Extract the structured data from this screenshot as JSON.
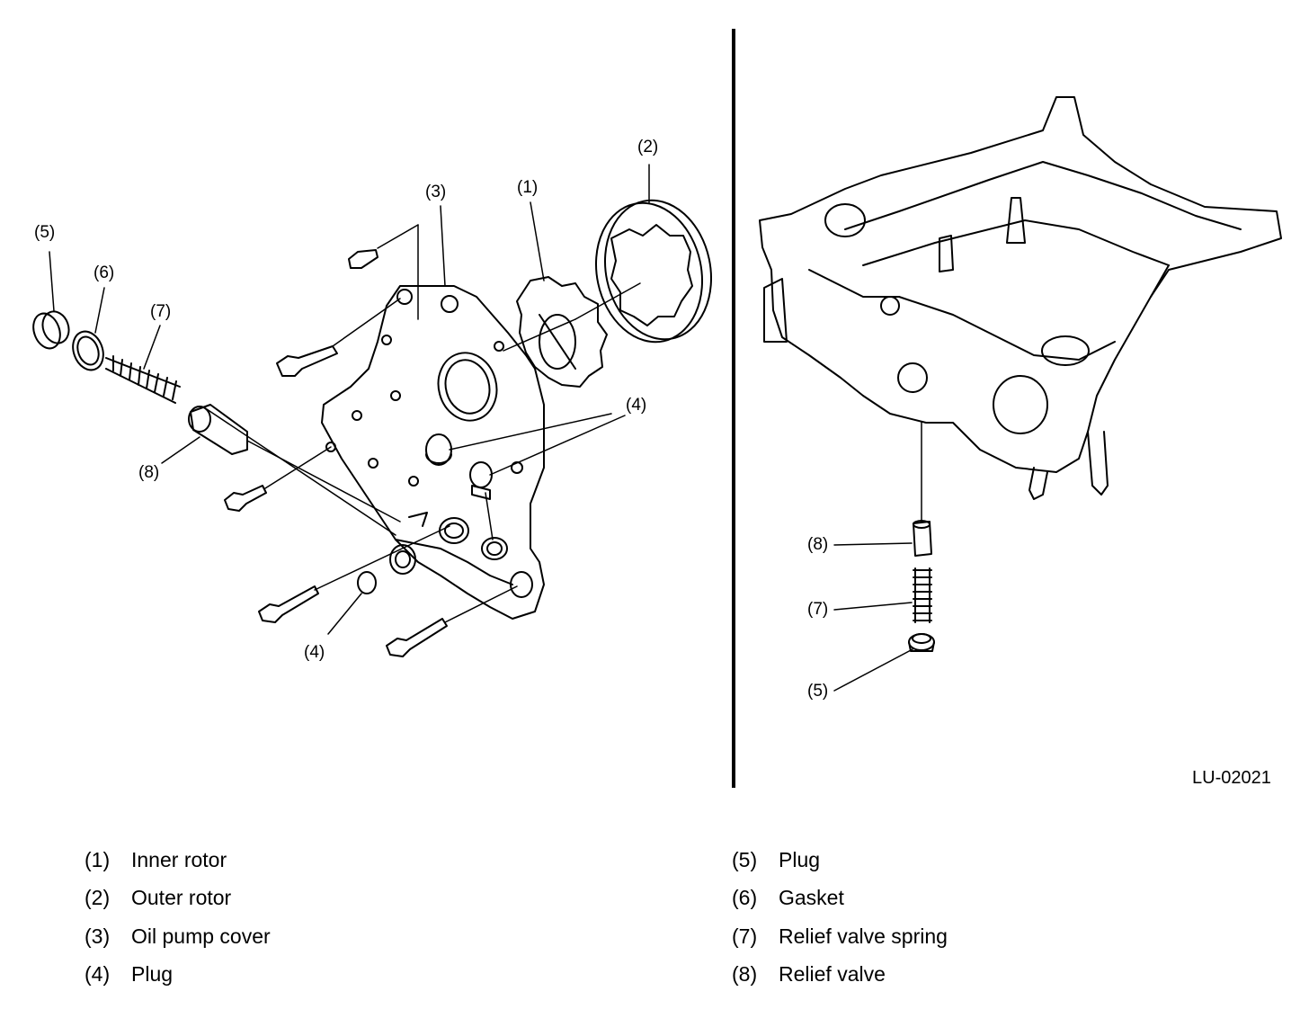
{
  "figure_code": "LU-02021",
  "callouts": {
    "left": {
      "c1": "(1)",
      "c2": "(2)",
      "c3": "(3)",
      "c4a": "(4)",
      "c4b": "(4)",
      "c5": "(5)",
      "c6": "(6)",
      "c7": "(7)",
      "c8": "(8)"
    },
    "right": {
      "c8": "(8)",
      "c7": "(7)",
      "c5": "(5)"
    }
  },
  "legend": {
    "left": [
      {
        "num": "(1)",
        "label": "Inner rotor"
      },
      {
        "num": "(2)",
        "label": "Outer rotor"
      },
      {
        "num": "(3)",
        "label": "Oil pump cover"
      },
      {
        "num": "(4)",
        "label": "Plug"
      }
    ],
    "right": [
      {
        "num": "(5)",
        "label": "Plug"
      },
      {
        "num": "(6)",
        "label": "Gasket"
      },
      {
        "num": "(7)",
        "label": "Relief valve spring"
      },
      {
        "num": "(8)",
        "label": "Relief valve"
      }
    ]
  }
}
